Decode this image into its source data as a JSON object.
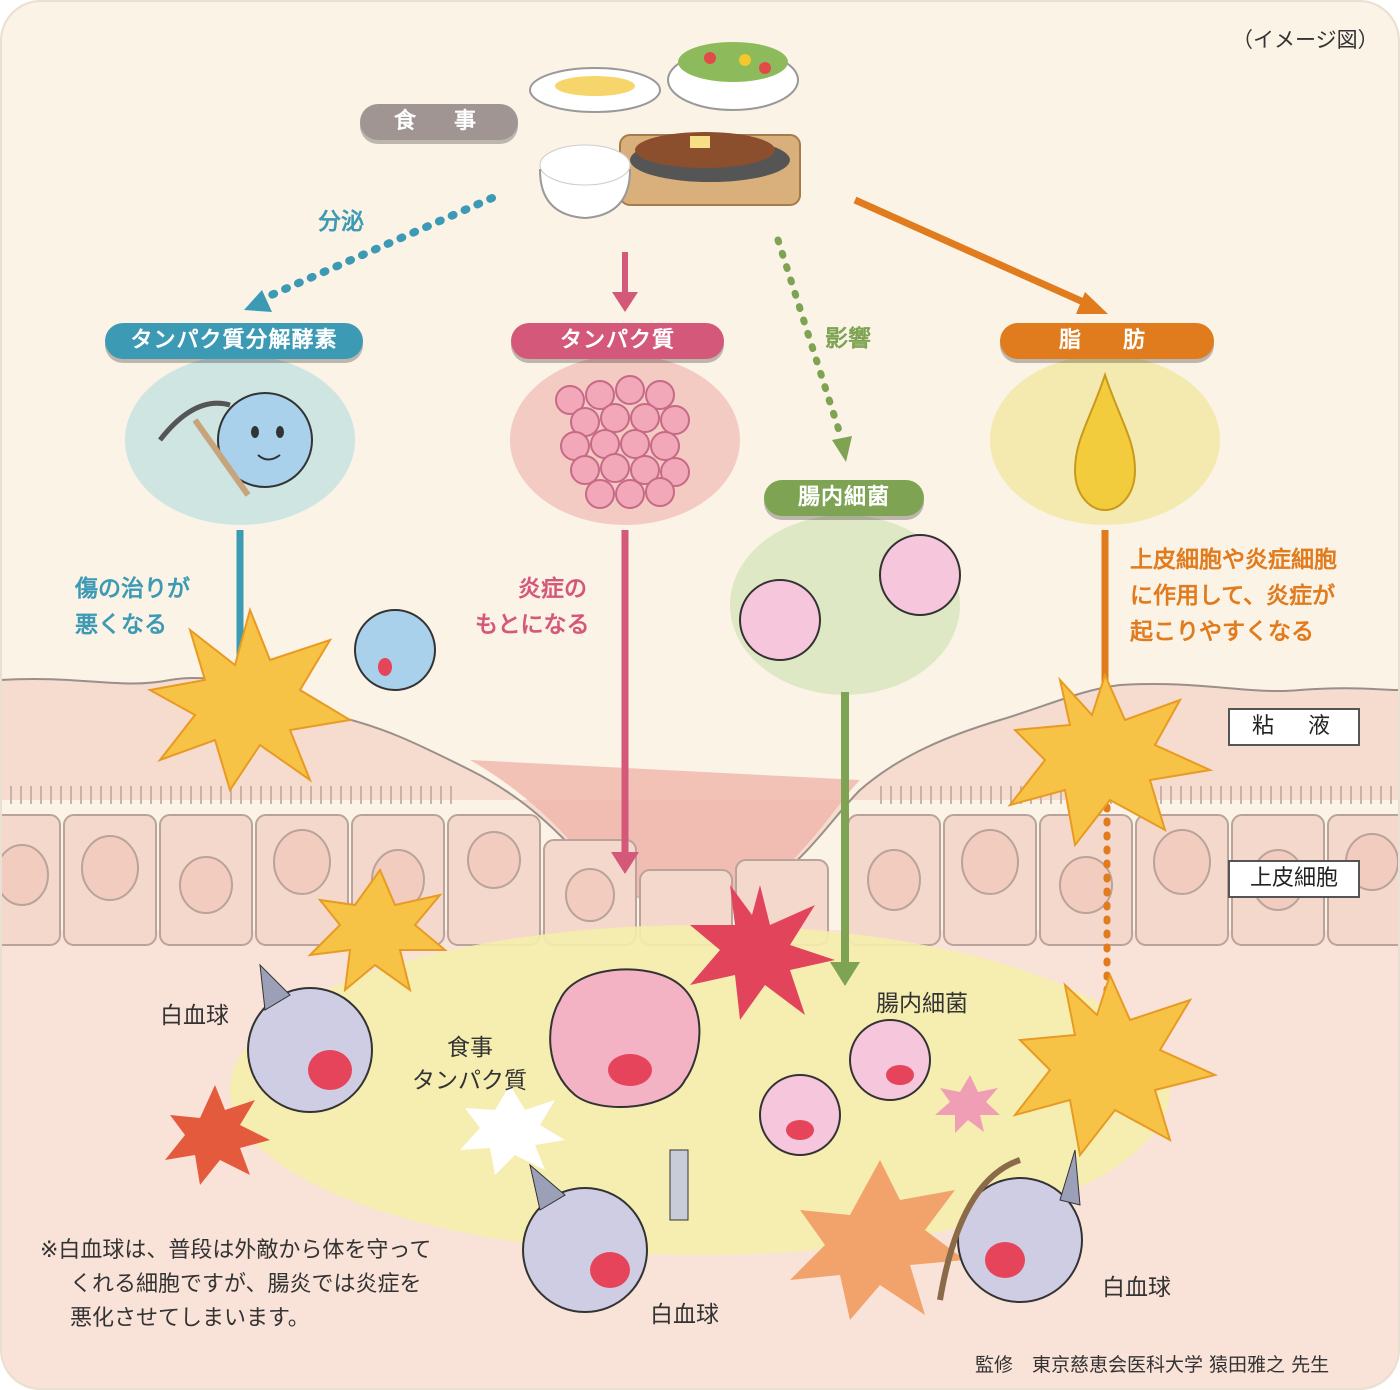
{
  "image_note": "（イメージ図）",
  "meal": {
    "label": "食　事"
  },
  "arrows": {
    "secretion": "分泌",
    "influence": "影響"
  },
  "pills": {
    "enzyme": {
      "label": "タンパク質分解酵素",
      "color": "#3d9ab5"
    },
    "protein": {
      "label": "タンパク質",
      "color": "#d4587a"
    },
    "bacteria": {
      "label": "腸内細菌",
      "color": "#7ea352"
    },
    "fat": {
      "label": "脂　肪",
      "color": "#e07b1e"
    }
  },
  "effects": {
    "enzyme": [
      "傷の治りが",
      "悪くなる"
    ],
    "protein": [
      "炎症の",
      "もとになる"
    ],
    "fat": [
      "上皮細胞や炎症細胞",
      "に作用して、炎症が",
      "起こりやすくなる"
    ]
  },
  "layers": {
    "mucus": "粘　液",
    "epithelium": "上皮細胞"
  },
  "characters": {
    "wbc_left": "白血球",
    "wbc_bottom": "白血球",
    "wbc_right": "白血球",
    "food_protein": [
      "食事",
      "タンパク質"
    ],
    "gut_bacteria": "腸内細菌"
  },
  "note": [
    "※白血球は、普段は外敵から体を守って",
    "くれる細胞ですが、腸炎では炎症を",
    "悪化させてしまいます。"
  ],
  "credit": "監修　東京慈恵会医科大学 猿田雅之 先生",
  "colors": {
    "background": "#fbf3e6",
    "tissue": "#f8e2d8",
    "mucus_layer": "#f6ded0",
    "cell": "#f4d7cb",
    "inflamed_zone": "#f6eeaa",
    "enzyme_circle": "#cfe5e2",
    "protein_circle": "#f3cbc3",
    "bacteria_circle": "#dfe8c4",
    "fat_circle": "#f4eab0"
  }
}
